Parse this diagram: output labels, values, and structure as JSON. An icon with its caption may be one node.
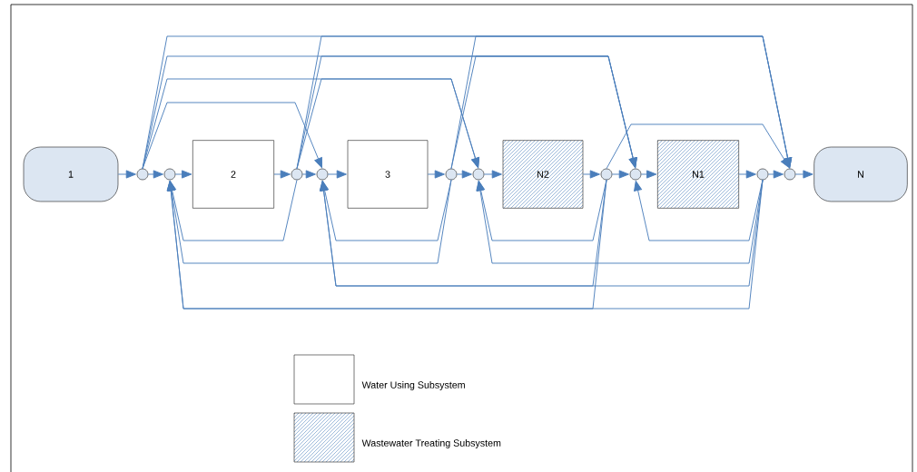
{
  "diagram": {
    "nodes": [
      {
        "text": [
          "1"
        ]
      },
      {
        "text": [],
        "shape": "circle"
      },
      {
        "text": [],
        "shape": "circle"
      },
      {
        "text": [
          "2"
        ]
      },
      {
        "text": [],
        "shape": "circle"
      },
      {
        "text": [],
        "shape": "circle"
      },
      {
        "text": [
          "3"
        ]
      },
      {
        "text": [],
        "shape": "circle"
      },
      {
        "text": [],
        "shape": "circle"
      },
      {
        "text": [
          "N2"
        ]
      },
      {
        "text": [],
        "shape": "circle"
      },
      {
        "text": [],
        "shape": "circle"
      },
      {
        "text": [
          "N1"
        ]
      },
      {
        "text": [],
        "shape": "circle"
      },
      {
        "text": [],
        "shape": "circle"
      },
      {
        "text": [
          "N"
        ]
      }
    ],
    "edges": [
      {
        "from": 0,
        "to": 1,
        "arrow": "to"
      },
      {
        "from": 1,
        "to": 2,
        "arrow": "to"
      },
      {
        "from": 2,
        "to": 3,
        "arrow": "to"
      },
      {
        "from": 3,
        "to": 4,
        "arrow": "to"
      },
      {
        "from": 4,
        "to": 5,
        "arrow": "to"
      },
      {
        "from": 5,
        "to": 6,
        "arrow": "to"
      },
      {
        "from": 6,
        "to": 7,
        "arrow": "to"
      },
      {
        "from": 7,
        "to": 8,
        "arrow": "to"
      },
      {
        "from": 8,
        "to": 9,
        "arrow": "to"
      },
      {
        "from": 9,
        "to": 10,
        "arrow": "to"
      },
      {
        "from": 10,
        "to": 11,
        "arrow": "to"
      },
      {
        "from": 11,
        "to": 12,
        "arrow": "to"
      },
      {
        "from": 12,
        "to": 13,
        "arrow": "to"
      },
      {
        "from": 13,
        "to": 14,
        "arrow": "to"
      },
      {
        "from": 14,
        "to": 15,
        "arrow": "to"
      },
      {
        "from": 1,
        "to": 5,
        "arrow": "to"
      },
      {
        "from": 1,
        "to": 8,
        "arrow": "to"
      },
      {
        "from": 1,
        "to": 11,
        "arrow": "to"
      },
      {
        "from": 1,
        "to": 14,
        "arrow": "to"
      },
      {
        "from": 4,
        "to": 8,
        "arrow": "to"
      },
      {
        "from": 4,
        "to": 11,
        "arrow": "to"
      },
      {
        "from": 4,
        "to": 14,
        "arrow": "to"
      },
      {
        "from": 7,
        "to": 11,
        "arrow": "to"
      },
      {
        "from": 7,
        "to": 14,
        "arrow": "to"
      },
      {
        "from": 10,
        "to": 14,
        "arrow": "to"
      },
      {
        "from": 4,
        "to": 2,
        "arrow": "to"
      },
      {
        "from": 7,
        "to": 5,
        "arrow": "to"
      },
      {
        "from": 7,
        "to": 2,
        "arrow": "to"
      },
      {
        "from": 10,
        "to": 8,
        "arrow": "to"
      },
      {
        "from": 10,
        "to": 5,
        "arrow": "to"
      },
      {
        "from": 10,
        "to": 2,
        "arrow": "to"
      },
      {
        "from": 13,
        "to": 11,
        "arrow": "to"
      },
      {
        "from": 13,
        "to": 8,
        "arrow": "to"
      },
      {
        "from": 13,
        "to": 5,
        "arrow": "to"
      },
      {
        "from": 13,
        "to": 2,
        "arrow": "to"
      }
    ],
    "legend": [
      {
        "text": "Water Using Subsystem"
      },
      {
        "text": "Wastewater Treating Subsystem"
      }
    ]
  }
}
